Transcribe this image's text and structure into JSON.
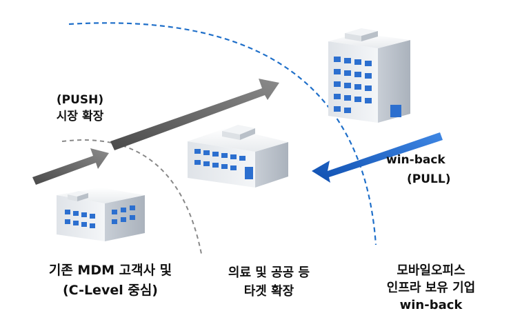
{
  "labels": {
    "push_line1": "(PUSH)",
    "push_line2": "시장 확장",
    "pull_line1": "win-back",
    "pull_line2": "(PULL)"
  },
  "captions": {
    "existing_line1": "기존 MDM 고객사 및",
    "existing_line2": "(C-Level 중심)",
    "target_line1": "의료 및 공공 등",
    "target_line2": "타겟 확장",
    "mobile_line1": "모바일오피스",
    "mobile_line2": "인프라 보유 기업",
    "mobile_line3": "win-back"
  },
  "colors": {
    "push_arrow": "#555555",
    "pull_arrow": "#1a5fc8",
    "outer_arc": "#1f6fc9",
    "inner_arc": "#888888",
    "window": "#2c6fcf"
  }
}
